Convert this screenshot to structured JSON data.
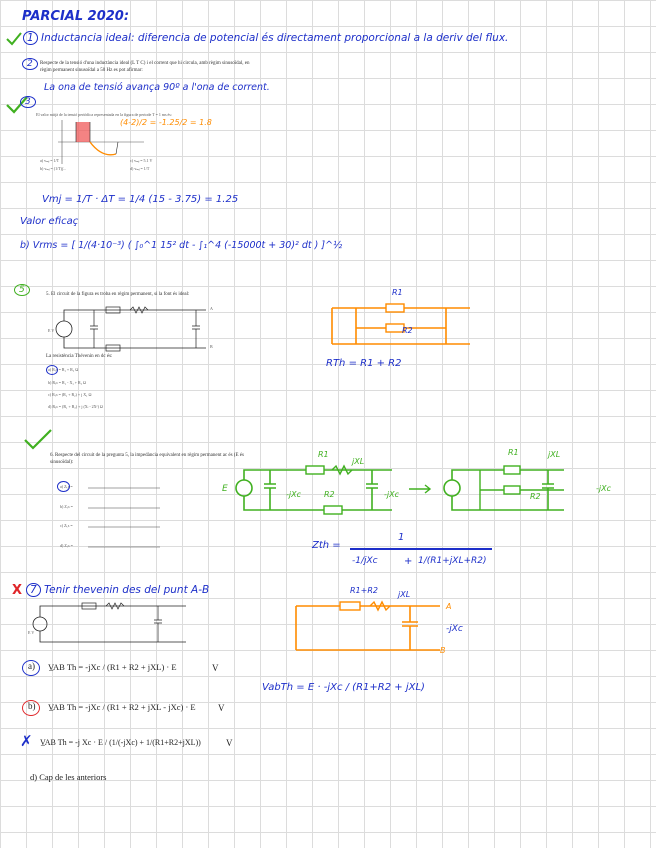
{
  "title": "PARCIAL 2020:",
  "q1": {
    "num": "1",
    "text": "Inductancia ideal: diferencia de potencial és directament proporcional a la deriv del flux."
  },
  "q2": {
    "num": "2",
    "printed": "Respecte de la tensió d'una inductància ideal (L T C) i el corrent que hi circula, amb règim sinusoïdal, en règim permanent sinusoïdal a 50 Hz es pot afirmar:",
    "answer": "La ona de tensió avança 90º a l'ona de corrent."
  },
  "q3": {
    "num": "3",
    "printed": "El valor mitjà de la tensió periòdica representada en la figura de periode T = 1 ms és:",
    "plot_note": "(4-2)/2 = -1.25/2 = 1.8",
    "opts": [
      "a) vₘⱼ = 1/T",
      "b) vₘⱼ = (1/T)∫...",
      "c) vₘⱼ = 5.1 V",
      "d) vₘⱼ = 1/T"
    ]
  },
  "formula1": "Vmj = 1/T · ΔT = 1/4 (15 - 3.75) = 1.25",
  "valor_eficas": "Valor eficaç",
  "formula2": "b) Vrms = [ 1/(4·10⁻³) ( ∫₀^1 15² dt - ∫₁^4 (-15000t + 30)² dt ) ]^½",
  "q5": {
    "num": "5",
    "printed": "5.  El circuit de la figura es troba en règim permanent, si la font és ideal:",
    "thevenin_q": "La resistència Thévenin en dc és:",
    "opts": [
      "a)  Rₜₕ = R₁ + R₂  Ω",
      "b)  Rₜₕ = R₁ - X₁ + R₂  Ω",
      "c)  Rₜₕ = (R₁ + R₂) + j X₁  Ω",
      "d)  Rₜₕ = (R₁ + R₂) + j (Xₗ - 2Xᶜ)  Ω"
    ],
    "answer": "RTh = R1 + R2"
  },
  "q6": {
    "printed": "6.  Respecte del circuit de la pregunta 5, la impedància equivalent en règim permanent ac és (E és sinusoïdal):",
    "opts": [
      "a) Zₜₕ =",
      "b) Zₜₕ =",
      "c) Zₜₕ =",
      "d) Zₜₕ ="
    ],
    "answer_lhs": "Zth =",
    "answer_num": "1",
    "answer_den_a": "-1/jXc",
    "answer_den_b": "1/(R1+jXL+R2)"
  },
  "q7": {
    "num": "7",
    "heading": "Tenir thevenin des del punt A-B",
    "opts": [
      "a)",
      "b)",
      "c)",
      "d)  Cap de les anteriors"
    ],
    "formula_a": "V̲AB Th = -jXc / (R1 + R2 + jXL) · E",
    "formula_b": "V̲AB Th = -jXc / (R1 + R2 + jXL - jXc) · E",
    "formula_c": "V̲AB Th = -j Xc · E / (1/(-jXc) + 1/(R1+R2+jXL))",
    "unit": "V",
    "answer": "VabTh = E · -jXc / (R1+R2 + jXL)"
  },
  "labels": {
    "r1": "R1",
    "r2": "R2",
    "jxl": "jXL",
    "mjxc": "-jXc",
    "e": "E",
    "rsum": "R1+R2",
    "a": "A",
    "b": "B",
    "ev": "E V"
  },
  "colors": {
    "blue": "#1d2fc9",
    "green": "#40b020",
    "orange": "#ff8c00",
    "red": "#e0262a"
  }
}
